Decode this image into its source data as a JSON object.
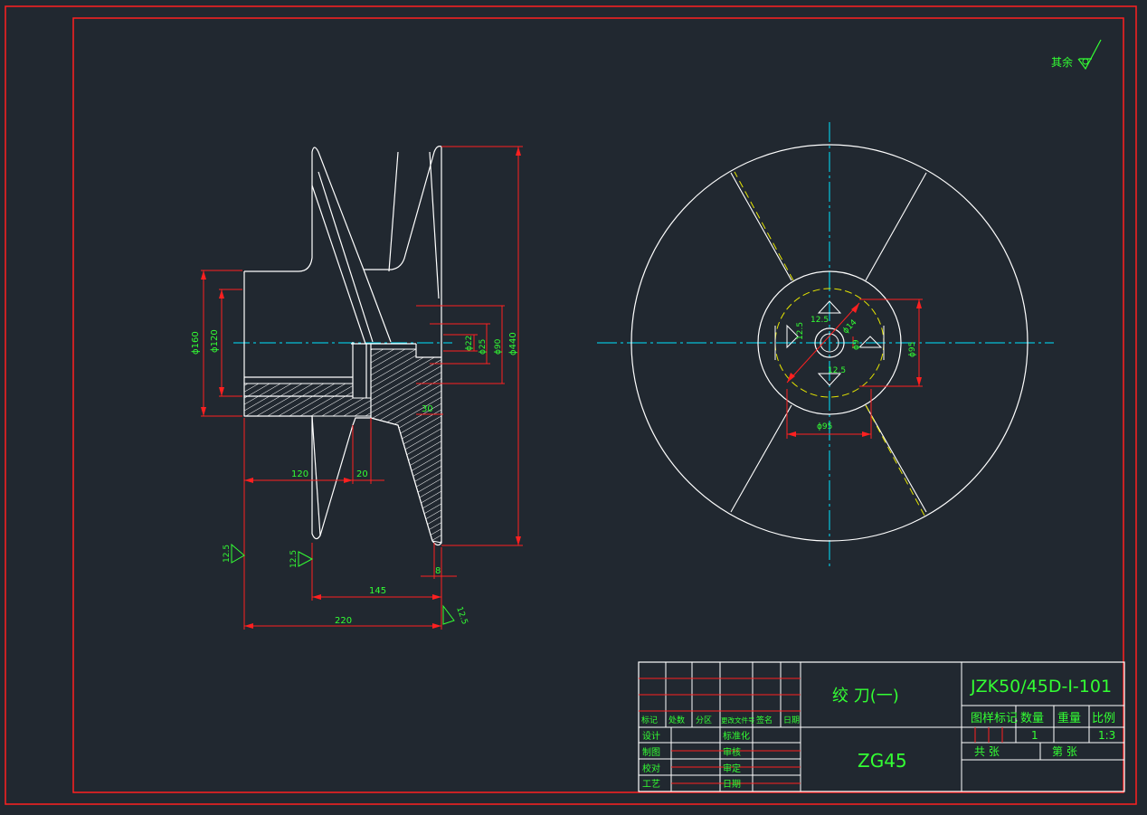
{
  "colors": {
    "background": "#212830",
    "frame": "#ff2020",
    "outline": "#ffffff",
    "dimension": "#ff2020",
    "text": "#33ff33",
    "centerline": "#00e5ff",
    "hidden": "#e6e600"
  },
  "roughness": {
    "note": "其余",
    "symbol": "check-triangle"
  },
  "side_view": {
    "dims": {
      "d160": "ϕ160",
      "d120": "ϕ120",
      "d22": "ϕ22",
      "d25": "ϕ25",
      "d90": "ϕ90",
      "d440": "ϕ440",
      "l30": "30",
      "l120": "120",
      "l20": "20",
      "l145": "145",
      "l8": "8",
      "l220": "220"
    },
    "roughness": [
      "12.5",
      "12.5",
      "12.5"
    ]
  },
  "front_view": {
    "dims": {
      "a": "12.5",
      "b": "12.5",
      "c": "12.5",
      "d95": "ϕ95",
      "d95b": "ϕ95",
      "d14": "ϕ14",
      "d9": "ϕ9"
    }
  },
  "title_block": {
    "drawing_number": "JZK50/45D-I-101",
    "part_name": "绞 刀(一)",
    "material": "ZG45",
    "headers": {
      "mark": "标记",
      "count": "处数",
      "zone": "分区",
      "doc": "更改文件号",
      "sign": "签名",
      "date": "日期"
    },
    "roles": {
      "design": "设计",
      "draw": "制图",
      "check": "校对",
      "process": "工艺",
      "standard": "标准化",
      "review": "审核",
      "approve": "审定",
      "date": "日期"
    },
    "labels": {
      "sample_mark": "图样标记",
      "quantity": "数量",
      "weight": "重量",
      "scale": "比例",
      "total": "共 张",
      "sheet": "第 张"
    },
    "values": {
      "quantity": "1",
      "scale": "1:3"
    }
  }
}
